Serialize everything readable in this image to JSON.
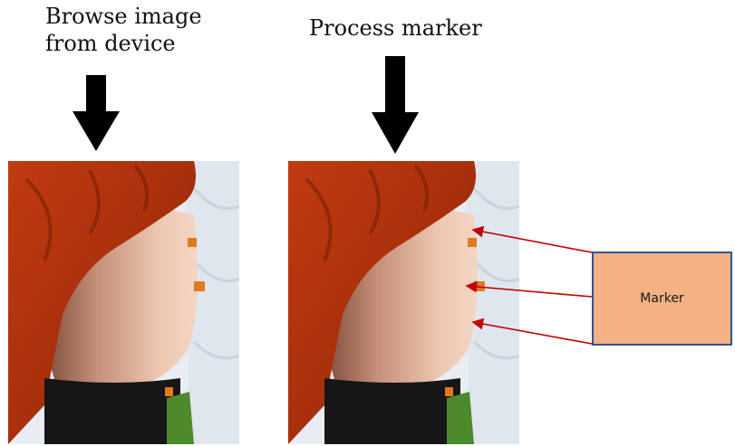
{
  "steps": [
    {
      "caption_lines": [
        "Browse image",
        "from device"
      ]
    },
    {
      "caption": "Process marker"
    }
  ],
  "callout": {
    "label": "Marker"
  },
  "colors": {
    "fabric": "#b3320d",
    "skin": "#e3b49a",
    "background_wall": "#e6ecf3",
    "marker_patch": "#e07a1f",
    "callout_fill": "#f4b183",
    "callout_border": "#2f5597",
    "pointer_line": "#c00000"
  },
  "icons": [
    "down-arrow-icon",
    "down-arrow-icon"
  ]
}
